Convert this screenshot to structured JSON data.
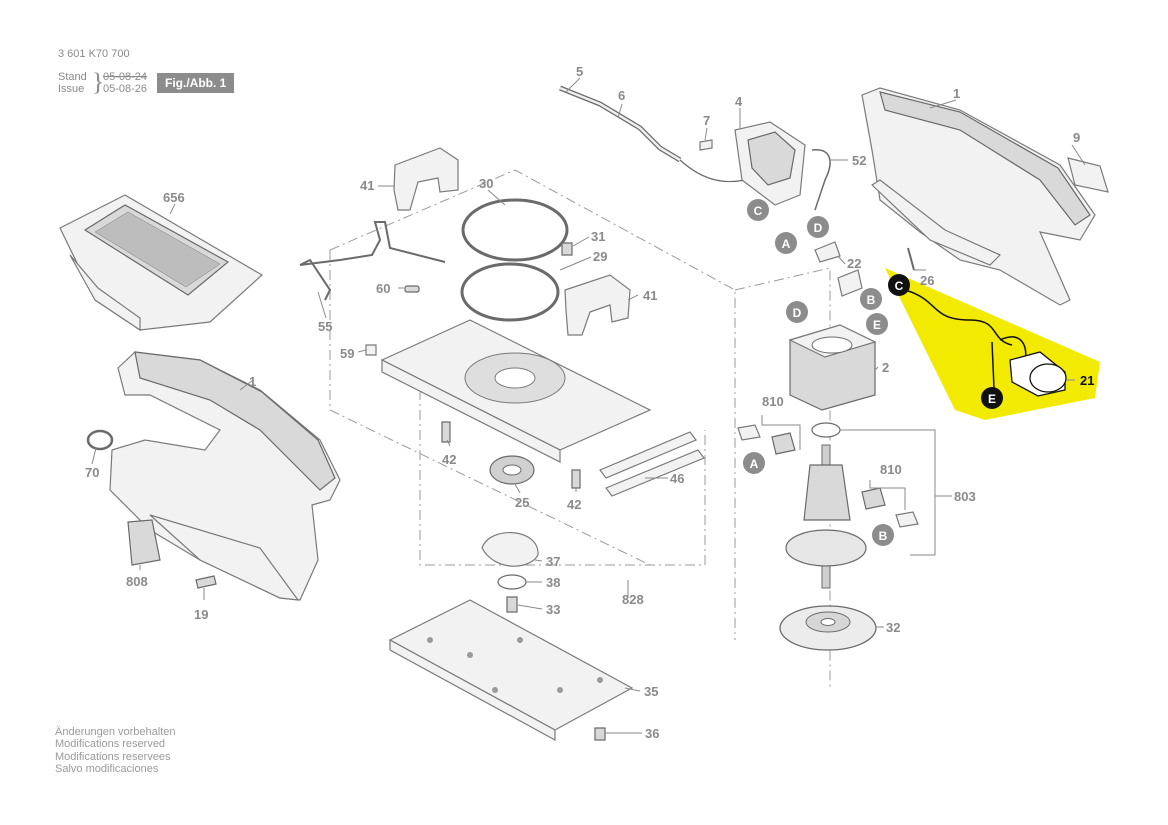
{
  "header": {
    "doc_number": "3 601 K70 700",
    "stand_label": "Stand",
    "issue_label": "Issue",
    "stand_date": "05-08-24",
    "issue_date": "05-08-26",
    "figure_label": "Fig./Abb. 1"
  },
  "footer": {
    "notices": [
      "Änderungen vorbehalten",
      "Modifications reserved",
      "Modifications reservees",
      "Salvo modificaciones"
    ]
  },
  "callouts": {
    "c5": "5",
    "c6": "6",
    "c7": "7",
    "c4": "4",
    "c1a": "1",
    "c9": "9",
    "c52": "52",
    "c656": "656",
    "c41a": "41",
    "c30": "30",
    "c31": "31",
    "c29": "29",
    "c41b": "41",
    "c60": "60",
    "c55": "55",
    "c59": "59",
    "c42a": "42",
    "c42b": "42",
    "c46": "46",
    "c25": "25",
    "c37": "37",
    "c38": "38",
    "c33": "33",
    "c828": "828",
    "c35": "35",
    "c36": "36",
    "c22": "22",
    "c26": "26",
    "c21": "21",
    "c2": "2",
    "c810a": "810",
    "c810b": "810",
    "c803": "803",
    "c32": "32",
    "c1b": "1",
    "c70": "70",
    "c808": "808",
    "c19": "19"
  },
  "connectors": {
    "a1": "A",
    "a2": "A",
    "b1": "B",
    "b2": "B",
    "c1": "C",
    "c2": "C",
    "d1": "D",
    "d2": "D",
    "e1": "E",
    "e2": "E"
  },
  "colors": {
    "highlight": "#f2ea00",
    "connector_gray": "#8c8c8c",
    "connector_dark": "#111111"
  }
}
